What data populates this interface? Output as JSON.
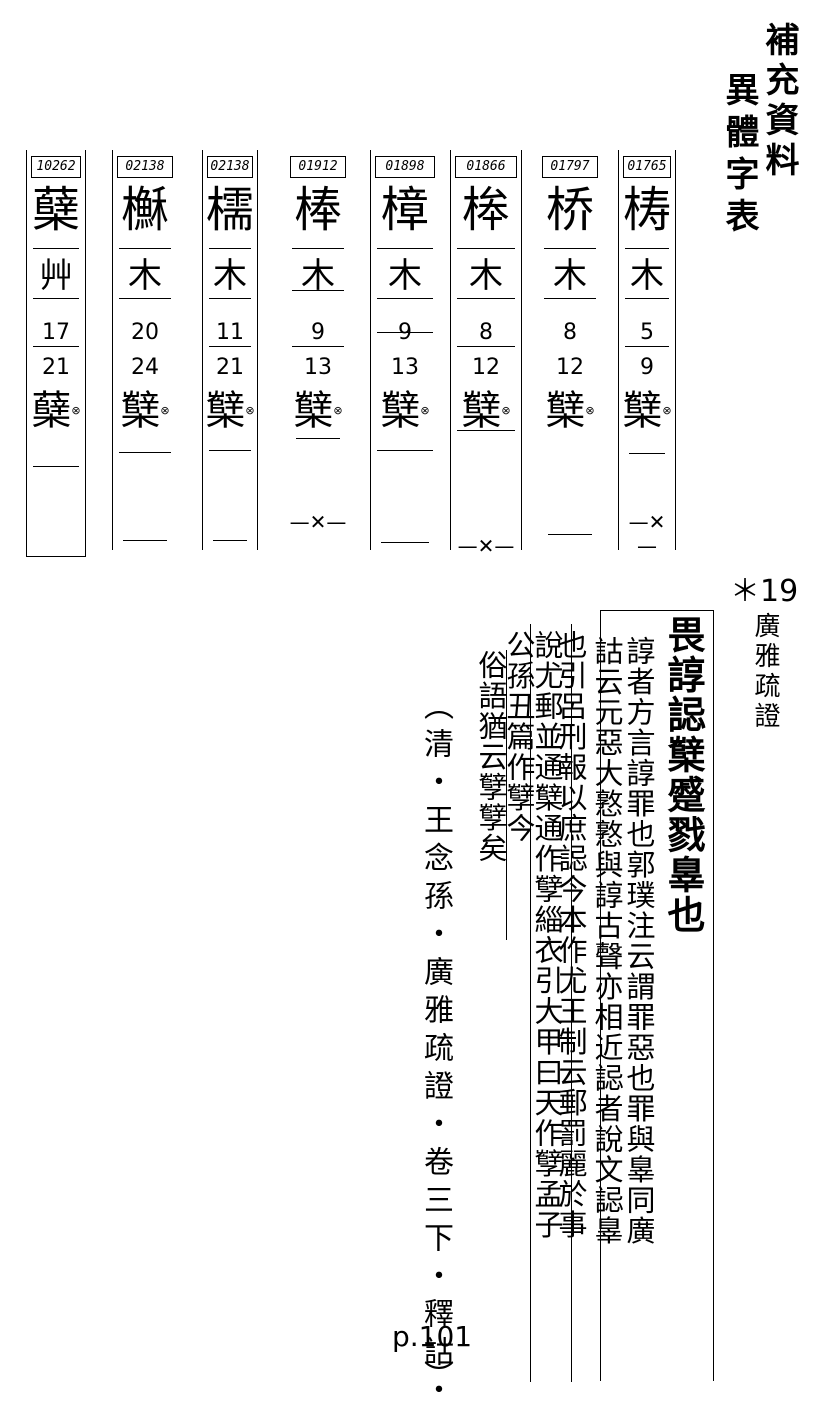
{
  "header": {
    "title_line1": "補充資料",
    "title_line2": "異體字表"
  },
  "variant_cards": [
    {
      "number": "01765",
      "character": "梼",
      "radical": "木",
      "strokes1": "5",
      "strokes2": "9",
      "variant": "櫱",
      "mark": "⊗"
    },
    {
      "number": "01797",
      "character": "桥",
      "radical": "木",
      "strokes1": "8",
      "strokes2": "12",
      "variant": "櫱",
      "mark": "⊗"
    },
    {
      "number": "01866",
      "character": "桳",
      "radical": "木",
      "strokes1": "8",
      "strokes2": "12",
      "variant": "櫱",
      "mark": "⊗"
    },
    {
      "number": "01898",
      "character": "樟",
      "radical": "木",
      "strokes1": "9",
      "strokes2": "13",
      "variant": "櫱",
      "mark": "⊗"
    },
    {
      "number": "01912",
      "character": "棒",
      "radical": "木",
      "strokes1": "9",
      "strokes2": "13",
      "variant": "櫱",
      "mark": "⊗"
    },
    {
      "number": "02138",
      "character": "檽",
      "radical": "木",
      "strokes1": "11",
      "strokes2": "21",
      "variant": "櫱",
      "mark": "⊗"
    },
    {
      "number": "02138",
      "character": "櫯",
      "radical": "木",
      "strokes1": "20",
      "strokes2": "24",
      "variant": "櫱",
      "mark": "⊗"
    },
    {
      "number": "10262",
      "character": "蘖",
      "radical": "艸",
      "strokes1": "17",
      "strokes2": "21",
      "variant": "蘖",
      "mark": "⊗"
    }
  ],
  "section": {
    "mark": "＊19",
    "source": "廣雅疏證"
  },
  "quote": {
    "headword": "畏諄誋櫱蹙戮辠也",
    "col1": "諄者方言諄罪也郭璞注云謂罪惡也罪與辠同廣",
    "col2": "詁云元惡大憝憝與諄古聲亦相近誋者說文誋辠",
    "col3": "也引呂刑報以庶誋今本作尤王制云郵罰麗於事",
    "col4": "說尤郵並通櫱通作孼緇衣引大甲曰天作孼孟子",
    "col5": "公孫丑篇作孼今",
    "col6": "俗語猶云孼孼矣"
  },
  "citation": {
    "text": "（清・王念孫・廣雅疏證・卷三下・釋詁・",
    "page": "p.101",
    "close": "）"
  }
}
